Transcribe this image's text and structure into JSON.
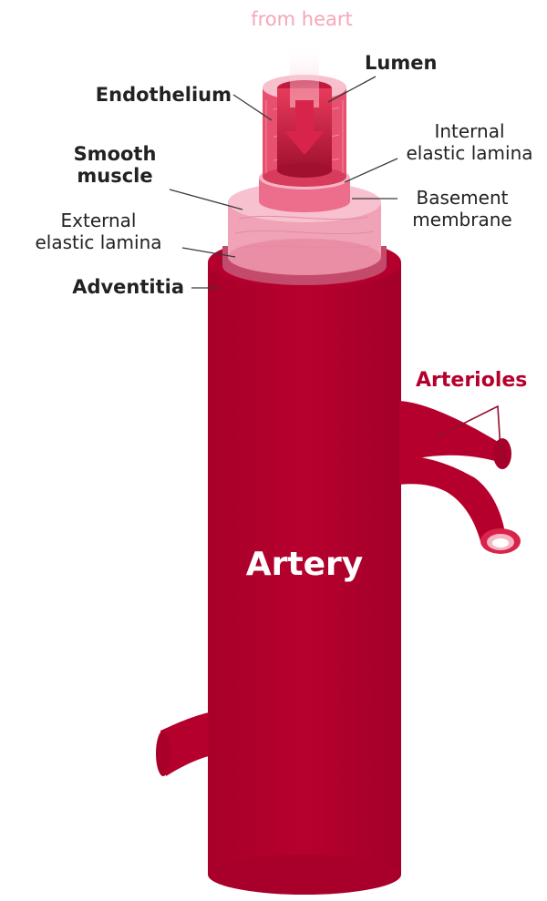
{
  "diagram": {
    "flow_label": "from heart",
    "main_label": "Artery",
    "layers": {
      "lumen": "Lumen",
      "endothelium": "Endothelium",
      "internal_elastic_lamina_line1": "Internal",
      "internal_elastic_lamina_line2": "elastic lamina",
      "smooth_muscle_line1": "Smooth",
      "smooth_muscle_line2": "muscle",
      "basement_membrane_line1": "Basement",
      "basement_membrane_line2": "membrane",
      "external_elastic_lamina_line1": "External",
      "external_elastic_lamina_line2": "elastic lamina",
      "adventitia": "Adventitia"
    },
    "branches_label": "Arterioles",
    "colors": {
      "artery": "#b5002d",
      "artery_dark": "#8e0a2a",
      "adventitia_band": "#8a1238",
      "external_lamina": "#c44a6c",
      "smooth_muscle": "#f0a2b6",
      "basement_membrane": "#f7b6c4",
      "internal_lamina": "#f8bfcd",
      "endothelium": "#e8506f",
      "lumen": "#8f0c2e",
      "arterioles_label": "#b5002d",
      "flow_label": "#f4a7b8"
    }
  }
}
